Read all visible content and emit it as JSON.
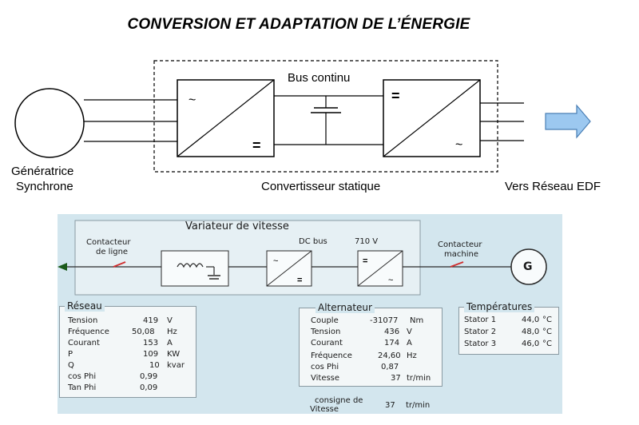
{
  "title": "CONVERSION ET ADAPTATION DE L’ÉNERGIE",
  "diagram": {
    "generator_label_1": "Génératrice",
    "generator_label_2": "Synchrone",
    "bus_label": "Bus continu",
    "converter_label": "Convertisseur statique",
    "grid_label": "Vers Réseau EDF",
    "ac_symbol": "~",
    "dc_symbol": "="
  },
  "screen": {
    "variator_title": "Variateur de vitesse",
    "line_contactor_1": "Contacteur",
    "line_contactor_2": "de ligne",
    "dc_bus_label": "DC bus",
    "dc_bus_value": "710 V",
    "machine_contactor_1": "Contacteur",
    "machine_contactor_2": "machine",
    "generator_symbol": "G",
    "reseau": {
      "title": "Réseau",
      "rows": [
        {
          "label": "Tension",
          "value": "419",
          "unit": "V"
        },
        {
          "label": "Fréquence",
          "value": "50,08",
          "unit": "Hz"
        },
        {
          "label": "Courant",
          "value": "153",
          "unit": "A"
        },
        {
          "label": "P",
          "value": "109",
          "unit": "KW"
        },
        {
          "label": "Q",
          "value": "10",
          "unit": "kvar"
        },
        {
          "label": "cos Phi",
          "value": "0,99",
          "unit": ""
        },
        {
          "label": "Tan Phi",
          "value": "0,09",
          "unit": ""
        }
      ]
    },
    "alternateur": {
      "title": "Alternateur",
      "rows": [
        {
          "label": "Couple",
          "value": "-31077",
          "unit": "Nm"
        },
        {
          "label": "Tension",
          "value": "436",
          "unit": "V"
        },
        {
          "label": "Courant",
          "value": "174",
          "unit": "A"
        },
        {
          "label": "Fréquence",
          "value": "24,60",
          "unit": "Hz"
        },
        {
          "label": "cos Phi",
          "value": "0,87",
          "unit": ""
        },
        {
          "label": "Vitesse",
          "value": "37",
          "unit": "tr/min"
        }
      ]
    },
    "temperatures": {
      "title": "Températures",
      "rows": [
        {
          "label": "Stator 1",
          "value": "44,0",
          "unit": "°C"
        },
        {
          "label": "Stator 2",
          "value": "48,0",
          "unit": "°C"
        },
        {
          "label": "Stator 3",
          "value": "46,0",
          "unit": "°C"
        }
      ]
    },
    "consigne_1": "consigne de",
    "consigne_2": "Vitesse",
    "consigne_value": "37",
    "consigne_unit": "tr/min"
  },
  "colors": {
    "arrow_fill": "#9cc8f0",
    "arrow_stroke": "#4a7fb5",
    "panel_bg": "#d3e6ee",
    "contactor": "#d03030"
  }
}
